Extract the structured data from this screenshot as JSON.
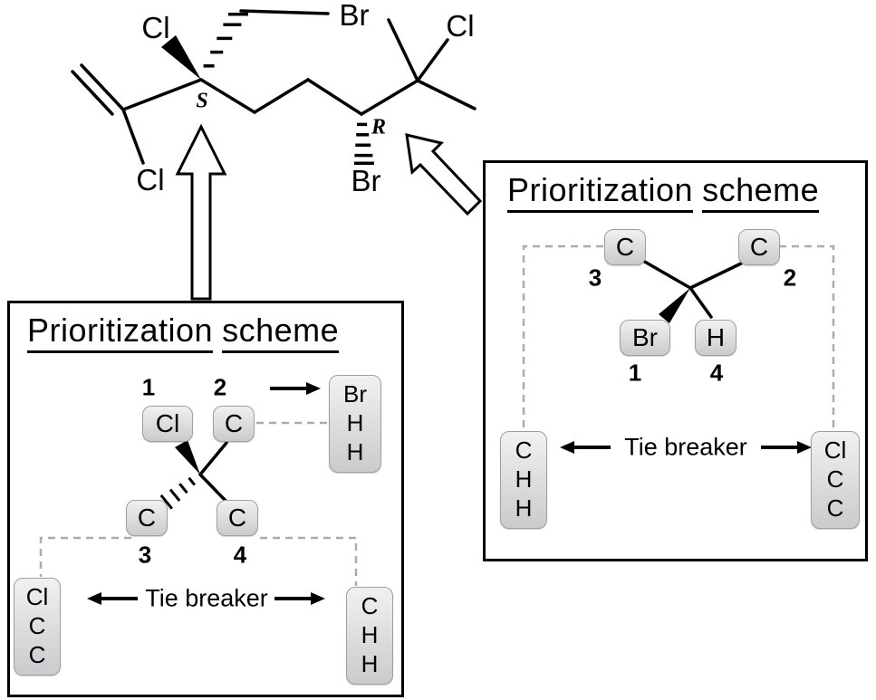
{
  "colors": {
    "ink": "#000000",
    "chip_fill": "#d9d9d9",
    "dash_gray": "#ababab"
  },
  "molecule": {
    "cl_top_left": "Cl",
    "br_top": "Br",
    "cl_vinyl": "Cl",
    "s_label": "S",
    "r_label": "R",
    "br_r": "Br",
    "cl_top_right": "Cl"
  },
  "left_scheme": {
    "title_word1": "Prioritization",
    "title_word2": "scheme",
    "sub1": {
      "symbol": "Cl",
      "num": "1"
    },
    "sub2": {
      "symbol": "C",
      "num": "2"
    },
    "sub3": {
      "symbol": "C",
      "num": "3"
    },
    "sub4": {
      "symbol": "C",
      "num": "4"
    },
    "branch_top_right": [
      "Br",
      "H",
      "H"
    ],
    "branch_bottom_left": [
      "Cl",
      "C",
      "C"
    ],
    "branch_bottom_right": [
      "C",
      "H",
      "H"
    ],
    "tie_breaker": "Tie breaker"
  },
  "right_scheme": {
    "title_word1": "Prioritization",
    "title_word2": "scheme",
    "sub1": {
      "symbol": "Br",
      "num": "1"
    },
    "sub2": {
      "symbol": "C",
      "num": "2"
    },
    "sub3": {
      "symbol": "C",
      "num": "3"
    },
    "sub4": {
      "symbol": "H",
      "num": "4"
    },
    "branch_bottom_left": [
      "C",
      "H",
      "H"
    ],
    "branch_bottom_right": [
      "Cl",
      "C",
      "C"
    ],
    "tie_breaker": "Tie breaker"
  }
}
